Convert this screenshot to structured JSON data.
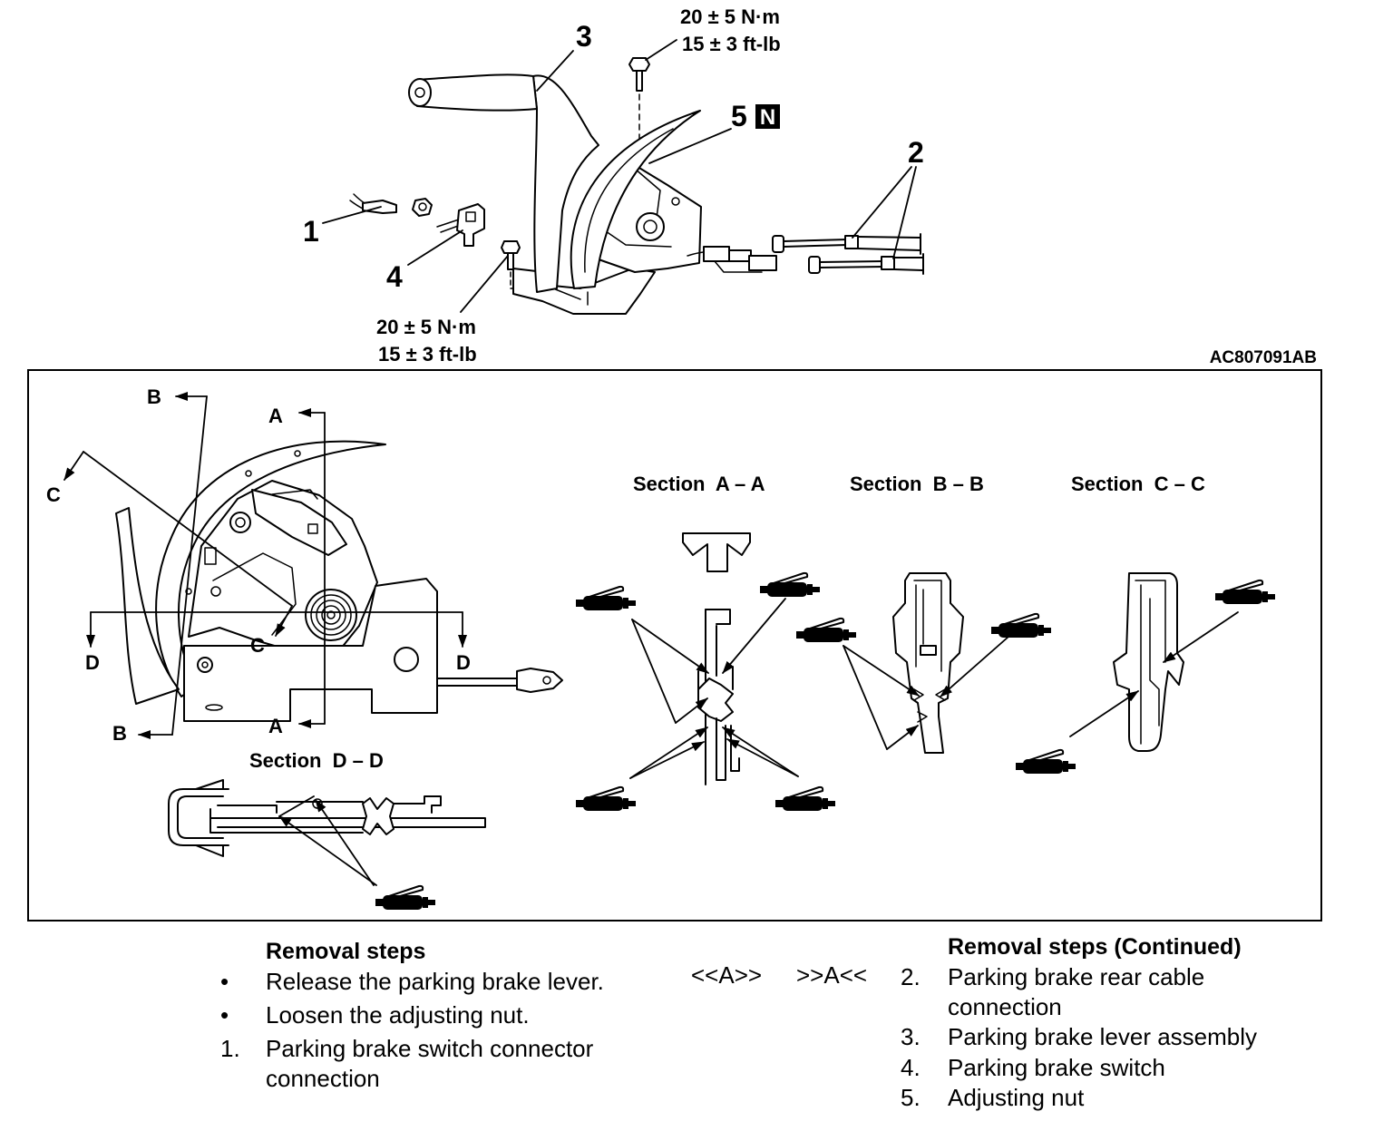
{
  "figure_code": "AC807091AB",
  "torque_upper": {
    "metric": "20 ± 5 N·m",
    "imperial": "15 ± 3 ft-lb"
  },
  "torque_lower": {
    "metric": "20 ± 5 N·m",
    "imperial": "15 ± 3 ft-lb"
  },
  "callouts": {
    "item_1": "1",
    "item_2": "2",
    "item_3": "3",
    "item_4": "4",
    "item_5": "5",
    "item_5_badge": "N"
  },
  "section_markers": {
    "b_top": "B",
    "a_top": "A",
    "c_top": "C",
    "d_left": "D",
    "c_center": "C",
    "d_right": "D",
    "b_bottom": "B",
    "a_bottom": "A"
  },
  "section_titles": {
    "a": "Section  A – A",
    "b": "Section  B – B",
    "c": "Section  C – C",
    "d": "Section  D – D"
  },
  "service_points": {
    "removal": "<<A>>",
    "installation": ">>A<<"
  },
  "removal_steps": {
    "title": "Removal steps",
    "items": [
      {
        "marker": "•",
        "line1": "Release the parking brake lever."
      },
      {
        "marker": "•",
        "line1": "Loosen the adjusting nut."
      },
      {
        "marker": "1.",
        "line1": "Parking brake switch connector",
        "line2": "connection"
      }
    ]
  },
  "removal_steps_continued": {
    "title": "Removal steps (Continued)",
    "items": [
      {
        "marker": "2.",
        "line1": "Parking brake rear cable",
        "line2": "connection"
      },
      {
        "marker": "3.",
        "line1": "Parking brake lever assembly"
      },
      {
        "marker": "4.",
        "line1": "Parking brake switch"
      },
      {
        "marker": "5.",
        "line1": "Adjusting nut"
      }
    ]
  },
  "icons": {
    "lubricant": "grease-gun-icon"
  }
}
